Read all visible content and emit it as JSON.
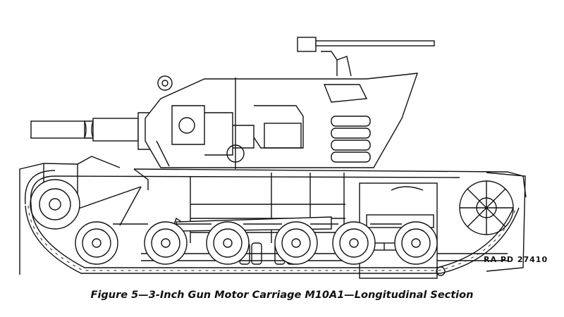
{
  "figure": {
    "caption": "Figure 5—3-Inch Gun Motor Carriage M10A1—Longitudinal Section",
    "plate_number": "RA PD 27410",
    "subject": "3-Inch Gun Motor Carriage M10A1 longitudinal section cutaway line drawing",
    "colors": {
      "line": "#111111",
      "background": "#ffffff"
    },
    "components": [
      {
        "name": "main-gun-barrel"
      },
      {
        "name": "turret"
      },
      {
        "name": "machine-gun"
      },
      {
        "name": "ammunition-racks"
      },
      {
        "name": "drivers-seat"
      },
      {
        "name": "propeller-shaft"
      },
      {
        "name": "engine"
      },
      {
        "name": "drive-sprocket"
      },
      {
        "name": "idler-wheel"
      },
      {
        "name": "road-wheels",
        "count": 6
      },
      {
        "name": "track"
      }
    ]
  }
}
